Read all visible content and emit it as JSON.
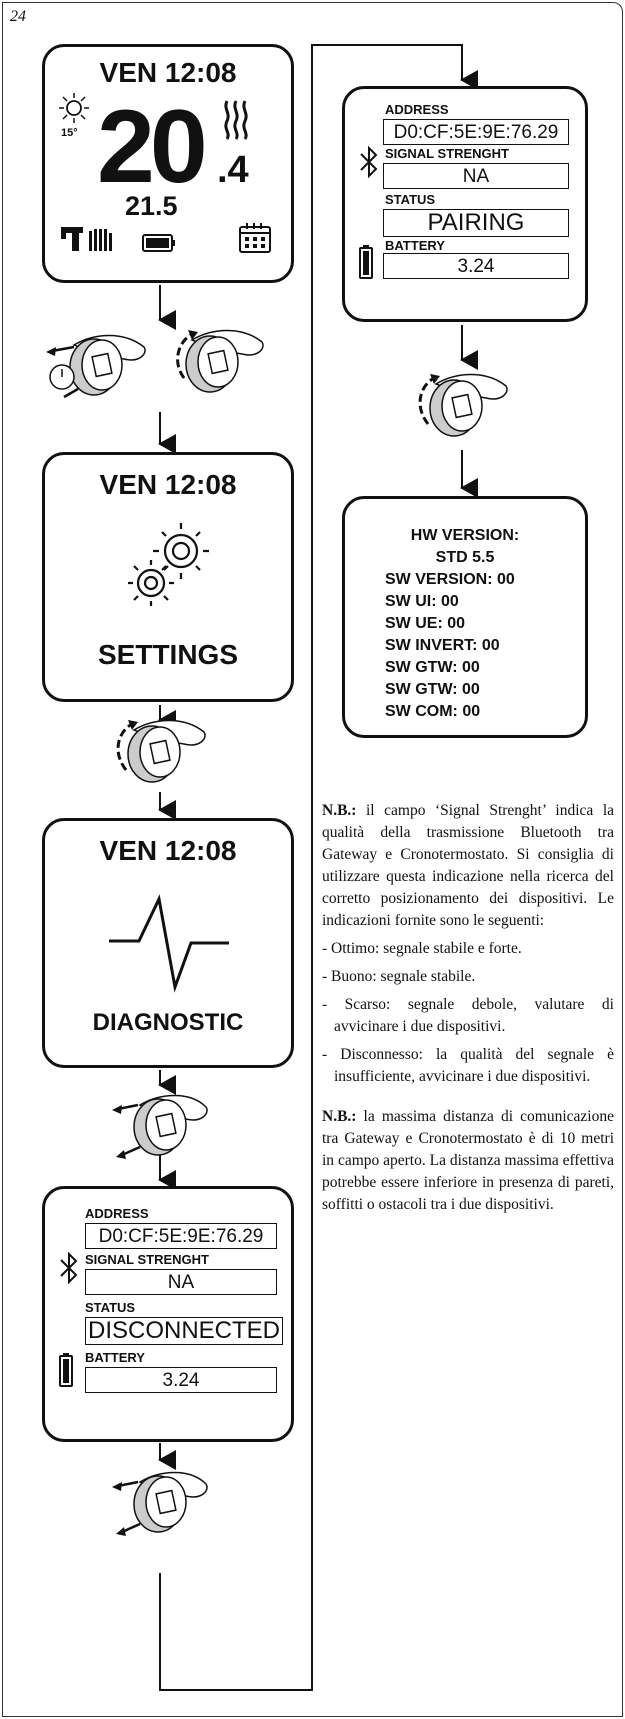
{
  "page_number": "24",
  "home_screen": {
    "day_time": "VEN 12:08",
    "outdoor_temp": "15°",
    "temp_main": "20",
    "temp_decimal": ".4",
    "setpoint": "21.5"
  },
  "settings_screen": {
    "day_time": "VEN 12:08",
    "label": "SETTINGS"
  },
  "diagnostic_screen": {
    "day_time": "VEN 12:08",
    "label": "DIAGNOSTIC"
  },
  "status_disconnected": {
    "address_label": "ADDRESS",
    "address": "D0:CF:5E:9E:76.29",
    "signal_label": "SIGNAL STRENGHT",
    "signal": "NA",
    "status_label": "STATUS",
    "status": "DISCONNECTED",
    "battery_label": "BATTERY",
    "battery": "3.24"
  },
  "status_pairing": {
    "address_label": "ADDRESS",
    "address": "D0:CF:5E:9E:76.29",
    "signal_label": "SIGNAL STRENGHT",
    "signal": "NA",
    "status_label": "STATUS",
    "status": "PAIRING",
    "battery_label": "BATTERY",
    "battery": "3.24"
  },
  "version_screen": {
    "lines": [
      "HW VERSION:",
      "STD 5.5",
      "SW VERSION: 00",
      "SW UI: 00",
      "SW UE: 00",
      "SW INVERT: 00",
      "SW GTW: 00",
      "SW GTW: 00",
      "SW COM: 00"
    ]
  },
  "notes": {
    "note1_bold": "N.B.:",
    "note1_text": " il campo ‘Signal Strenght’ indica la qualità della trasmissione Bluetooth tra Gateway e Cronotermostato. Si consiglia di utilizzare questa indicazione nella ricerca del corretto posizionamento dei dispositivi. Le indicazioni fornite sono le seguenti:",
    "items": [
      "- Ottimo: segnale stabile e forte.",
      "- Buono: segnale stabile.",
      "- Scarso: segnale debole, valutare di avvicinare i due dispositivi.",
      "- Disconnesso: la qualità del segnale è insufficiente, avvicinare i due dispositivi."
    ],
    "note2_bold": "N.B.:",
    "note2_text": " la massima distanza di comunicazione tra Gateway e Cronotermostato è di 10 metri in campo aperto. La distanza massima effettiva potrebbe essere inferiore in presenza di pareti, soffitti o ostacoli tra i due dispositivi."
  }
}
